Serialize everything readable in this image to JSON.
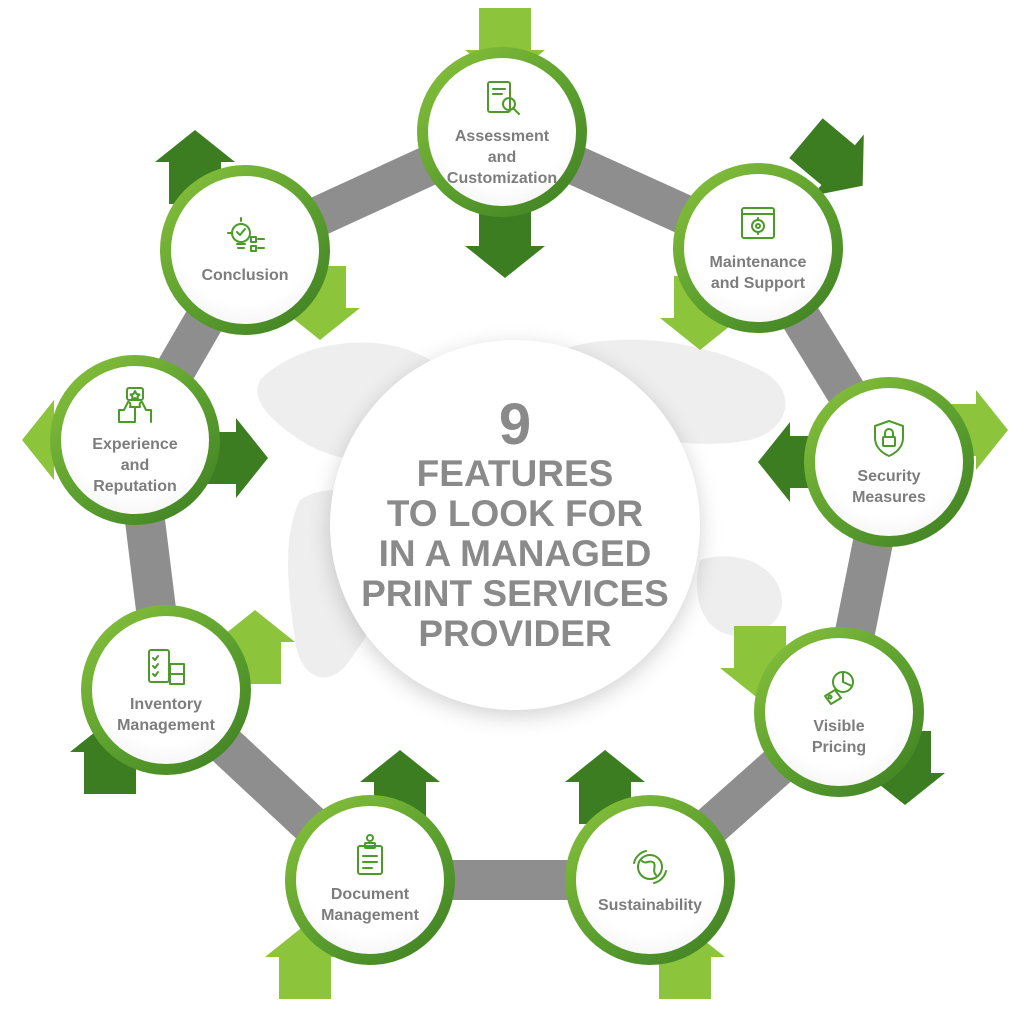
{
  "center": {
    "number": "9",
    "title_lines": [
      "FEATURES",
      "TO LOOK FOR",
      "IN A MANAGED",
      "PRINT SERVICES",
      "PROVIDER"
    ]
  },
  "colors": {
    "green_dark": "#3d7d22",
    "green_mid": "#5a9e2e",
    "green_light": "#8cc43c",
    "connector_gray": "#8e8e8e",
    "text_gray": "#7d7d7d",
    "map_gray": "#eeeeee"
  },
  "features": [
    {
      "label": "Assessment\nand\nCustomization",
      "icon": "document-search-icon"
    },
    {
      "label": "Maintenance\nand Support",
      "icon": "gear-wrench-window-icon"
    },
    {
      "label": "Security\nMeasures",
      "icon": "shield-lock-icon"
    },
    {
      "label": "Visible\nPricing",
      "icon": "pie-chart-price-tag-icon"
    },
    {
      "label": "Sustainability",
      "icon": "globe-recycle-icon"
    },
    {
      "label": "Document\nManagement",
      "icon": "clipboard-gear-icon"
    },
    {
      "label": "Inventory\nManagement",
      "icon": "checklist-boxes-icon"
    },
    {
      "label": "Experience\nand\nReputation",
      "icon": "thumbs-up-stars-icon"
    },
    {
      "label": "Conclusion",
      "icon": "lightbulb-check-icon"
    }
  ]
}
